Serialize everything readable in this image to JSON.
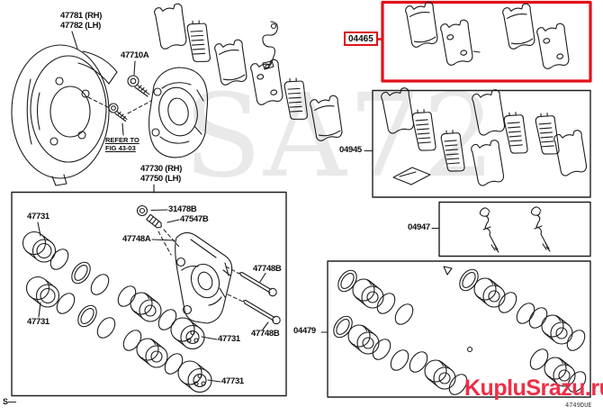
{
  "watermark": "SA72",
  "brand": {
    "name": "KupluSrazu.ru",
    "color": "#ef2e47"
  },
  "figure_code": "4749DUE",
  "corner_mark": "S—",
  "colors": {
    "highlight_red": "#e01219",
    "line": "#1c1c1c",
    "watermark_gray": "#e9e9e9"
  },
  "callouts": {
    "dust_cover_rh": "47781 (RH)",
    "dust_cover_lh": "47782 (LH)",
    "mounting_bolt": "47710A",
    "refer_note_line1": "REFER TO",
    "refer_note_line2": "FIG 43-03",
    "caliper_assy_rh": "47730 (RH)",
    "caliper_assy_lh": "47750 (LH)",
    "pad_kit": "04465",
    "shim_kit": "04945",
    "fitting_kit": "04947",
    "cylinder_kit": "04479",
    "piston": "47731",
    "bleeder_plug_cap": "31478B",
    "bleeder_plug": "47547B",
    "cylinder_body": "47748A",
    "slide_pin": "47748B"
  }
}
